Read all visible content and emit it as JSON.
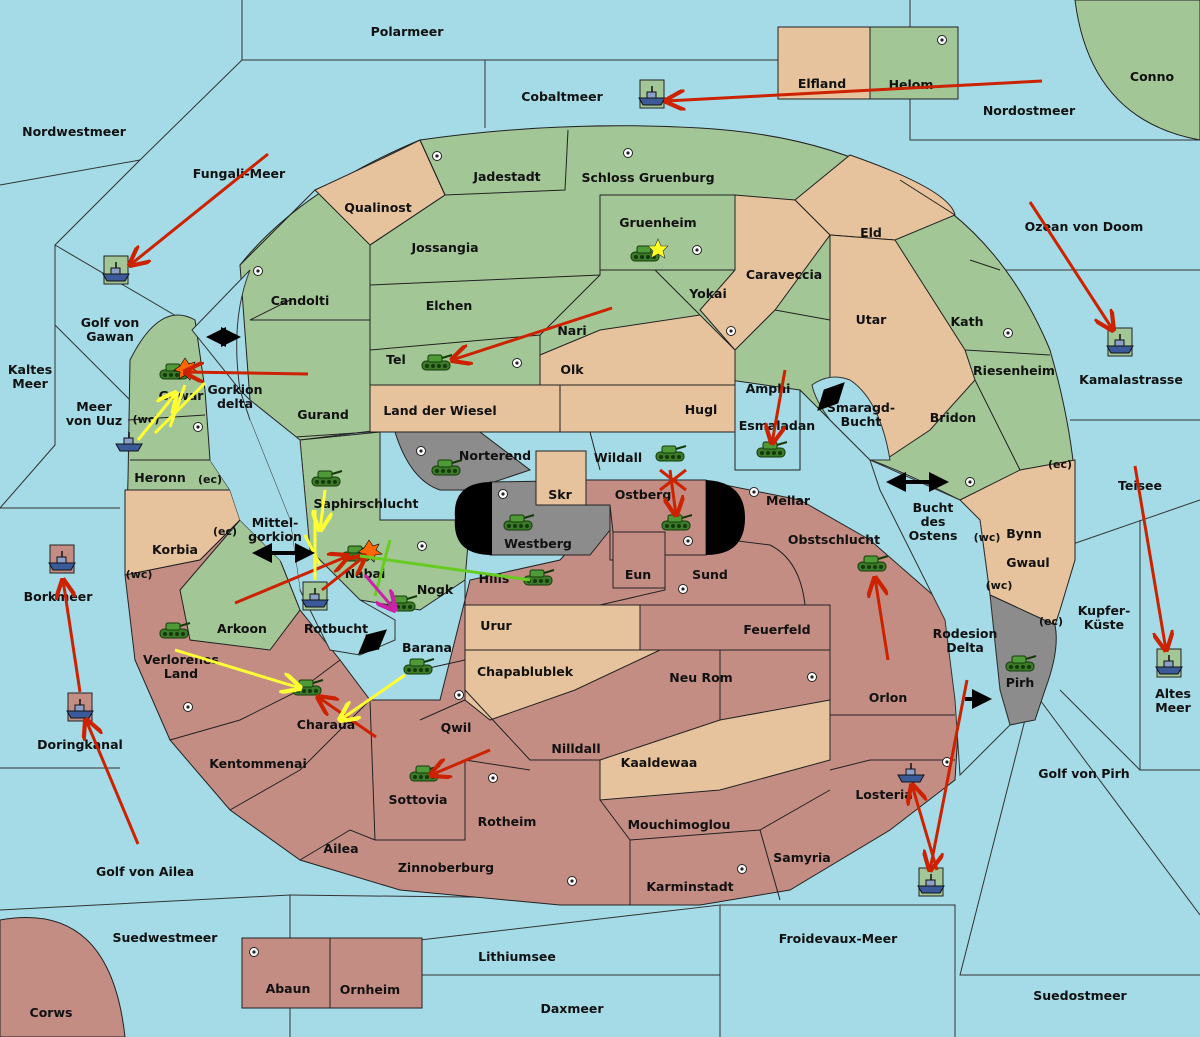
{
  "colors": {
    "sea": "#a4dbe6",
    "green": "#a3c696",
    "tan": "#e6c39c",
    "red": "#c48d84",
    "gray": "#8c8c8c",
    "order_red": "#cc2200",
    "order_yellow": "#ffff33",
    "order_green": "#66cc22",
    "order_magenta": "#cc22aa",
    "black": "#000000"
  },
  "sea_labels": {
    "polarmeer": "Polarmeer",
    "cobaltmeer": "Cobaltmeer",
    "nordostmeer": "Nordostmeer",
    "conno": "Conno",
    "nordwestmeer": "Nordwestmeer",
    "fungali": "Fungali-Meer",
    "golf_gawan": "Golf von\nGawan",
    "kaltes": "Kaltes\nMeer",
    "meer_uuz": "Meer\nvon Uuz",
    "ozean_doom": "Ozean von Doom",
    "kamalastrasse": "Kamalastrasse",
    "teisee": "Teisee",
    "kupfer": "Kupfer-\nKüste",
    "altes": "Altes\nMeer",
    "borkmeer": "Borkmeer",
    "doringkanal": "Doringkanal",
    "golf_ailea": "Golf von Ailea",
    "golf_pirh": "Golf von Pirh",
    "suedwestmeer": "Suedwestmeer",
    "lithiumsee": "Lithiumsee",
    "froidevaux": "Froidevaux-Meer",
    "suedostmeer": "Suedostmeer",
    "daxmeer": "Daxmeer",
    "corws": "Corws",
    "mittelgorkion": "Mittel-\ngorkion",
    "gorkion_delta": "Gorkion\ndelta",
    "rotbucht": "Rotbucht",
    "smaragd": "Smaragd-\nBucht",
    "bucht_ostens": "Bucht\ndes\nOstens",
    "rodesion": "Rodesion\nDelta"
  },
  "land_labels": {
    "elfland": "Elfland",
    "helom": "Helom",
    "jadestadt": "Jadestadt",
    "schloss": "Schloss Gruenburg",
    "qualinost": "Qualinost",
    "gruenheim": "Gruenheim",
    "eld": "Eld",
    "jossangia": "Jossangia",
    "caraveccia": "Caraveccia",
    "candolti": "Candolti",
    "elchen": "Elchen",
    "yokai": "Yokai",
    "utar": "Utar",
    "kath": "Kath",
    "nari": "Nari",
    "tel": "Tel",
    "olk": "Olk",
    "amphi": "Amphi",
    "riesenheim": "Riesenheim",
    "gawar": "Gawar",
    "gurand": "Gurand",
    "land_wiesel": "Land der Wiesel",
    "hugl": "Hugl",
    "esmaladan": "Esmaladan",
    "bridon": "Bridon",
    "heronn": "Heronn",
    "norterend": "Norterend",
    "wildall": "Wildall",
    "skr": "Skr",
    "ostberg": "Ostberg",
    "mellar": "Mellar",
    "saphirschlucht": "Saphirschlucht",
    "westberg": "Westberg",
    "bynn": "Bynn",
    "korbia": "Korbia",
    "nabai": "Nabai",
    "hills": "Hills",
    "eun": "Eun",
    "sund": "Sund",
    "obstschlucht": "Obstschlucht",
    "gwaul": "Gwaul",
    "nogk": "Nogk",
    "arkoon": "Arkoon",
    "urur": "Urur",
    "feuerfeld": "Feuerfeld",
    "pirh": "Pirh",
    "verlorenes": "Verlorenes\nLand",
    "barana": "Barana",
    "chapablublek": "Chapablublek",
    "neu_rom": "Neu Rom",
    "orlon": "Orlon",
    "charaua": "Charaua",
    "qwil": "Qwil",
    "nilldall": "Nilldall",
    "kaaldewaa": "Kaaldewaa",
    "kentommenai": "Kentommenai",
    "sottovia": "Sottovia",
    "losteria": "Losteria",
    "rotheim": "Rotheim",
    "mouchimoglou": "Mouchimoglou",
    "ailea": "Ailea",
    "samyria": "Samyria",
    "zinnoberburg": "Zinnoberburg",
    "karminstadt": "Karminstadt",
    "abaun": "Abaun",
    "ornheim": "Ornheim"
  },
  "coast_tags": {
    "wc": "(wc)",
    "ec": "(ec)"
  }
}
